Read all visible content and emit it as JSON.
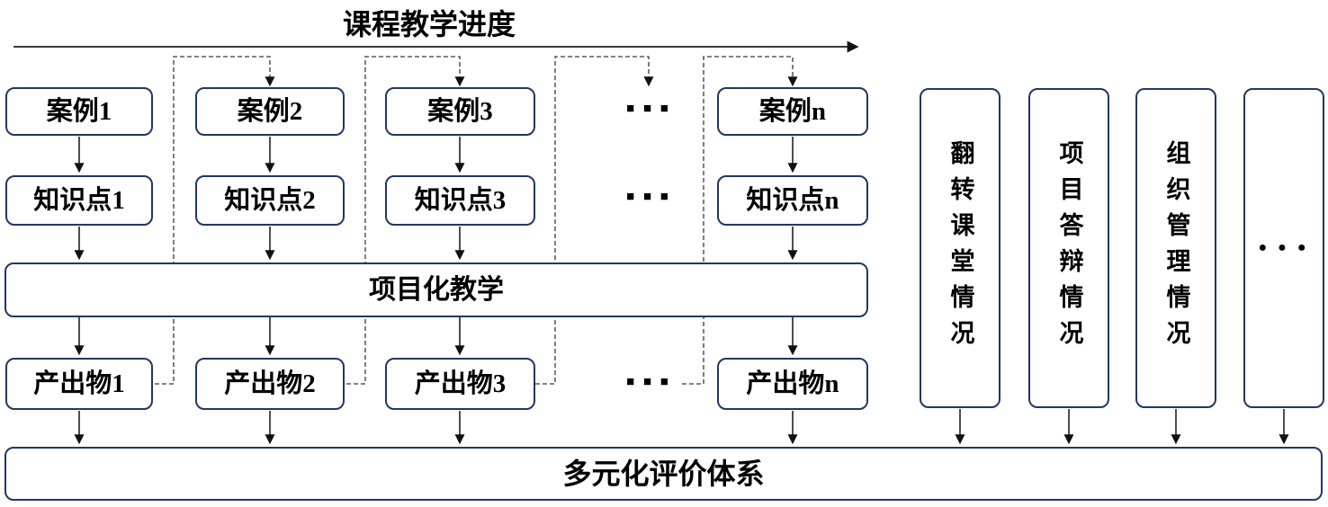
{
  "title": "课程教学进度",
  "main": {
    "project_box": "项目化教学",
    "evaluation_box": "多元化评价体系",
    "columns": [
      {
        "case": "案例1",
        "knowledge": "知识点1",
        "output": "产出物1"
      },
      {
        "case": "案例2",
        "knowledge": "知识点2",
        "output": "产出物2"
      },
      {
        "case": "案例3",
        "knowledge": "知识点3",
        "output": "产出物3"
      },
      {
        "case": "案例n",
        "knowledge": "知识点n",
        "output": "产出物n"
      }
    ],
    "ellipsis_squares": "■ ■ ■"
  },
  "side_panels": {
    "panels": [
      {
        "label": "翻转课堂情况"
      },
      {
        "label": "项目答辩情况"
      },
      {
        "label": "组织管理情况"
      }
    ],
    "ellipsis_dots": "● ● ●"
  },
  "colors": {
    "box_border": "#1f3864",
    "line": "#222222",
    "text": "#000000"
  }
}
